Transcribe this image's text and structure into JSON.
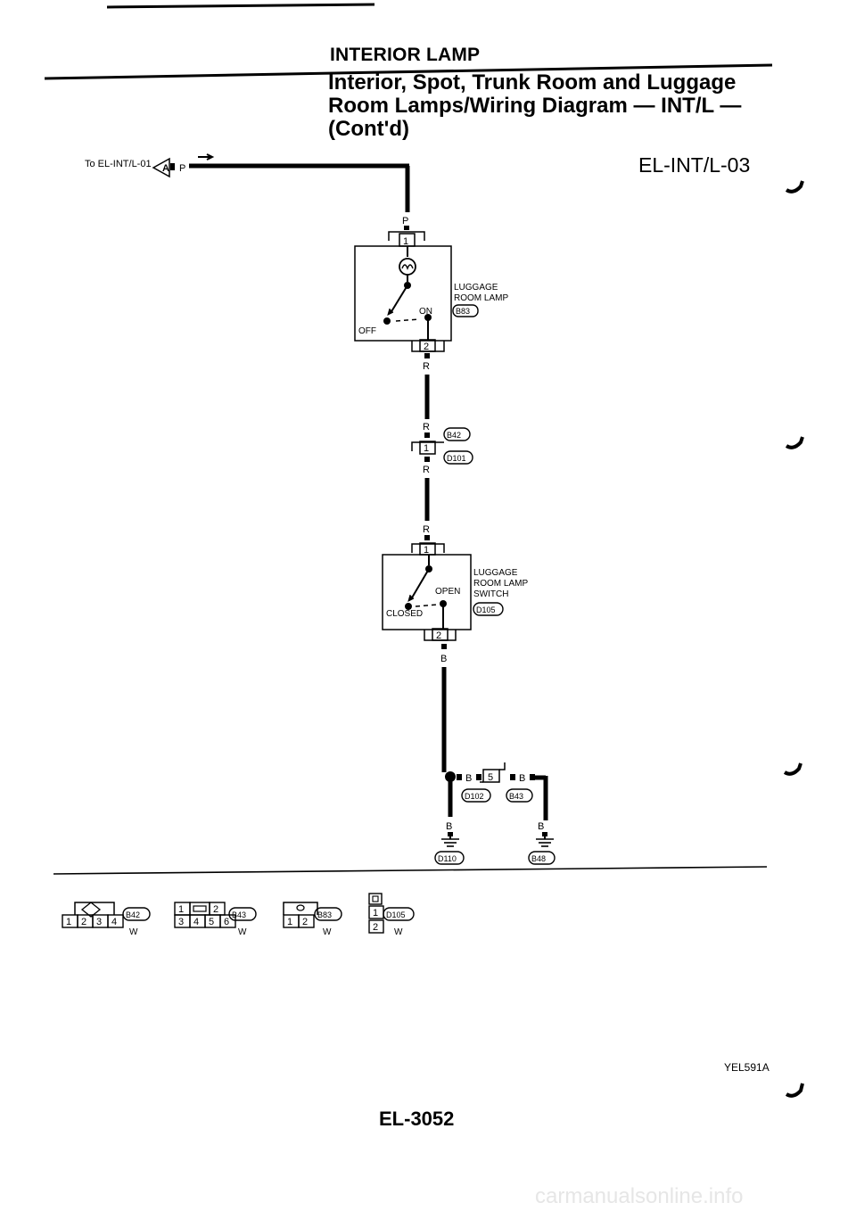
{
  "header": {
    "section_title": "INTERIOR LAMP",
    "subtitle_line1": "Interior, Spot, Trunk Room and Luggage",
    "subtitle_line2": "Room Lamps/Wiring Diagram — INT/L —",
    "subtitle_line3": "(Cont'd)",
    "diagram_id": "EL-INT/L-03"
  },
  "connector_ref": {
    "to_label": "To EL-INT/L-01",
    "marker": "A",
    "wire_color": "P"
  },
  "lamp": {
    "name_line1": "LUGGAGE",
    "name_line2": "ROOM LAMP",
    "connector": "B83",
    "state_on": "ON",
    "state_off": "OFF",
    "pin_top": "1",
    "pin_bottom": "2",
    "wire_in": "P",
    "wire_out": "R"
  },
  "inline_connector": {
    "pin": "1",
    "upper": "B42",
    "lower": "D101",
    "wire_upper": "R",
    "wire_lower": "R",
    "wire_next": "R"
  },
  "switch": {
    "name_line1": "LUGGAGE",
    "name_line2": "ROOM LAMP",
    "name_line3": "SWITCH",
    "connector": "D105",
    "state_open": "OPEN",
    "state_closed": "CLOSED",
    "pin_top": "1",
    "pin_bottom": "2",
    "wire_out": "B"
  },
  "ground": {
    "wire": "B",
    "joint_pin": "5",
    "joint_upper": "D102",
    "joint_lower": "B43",
    "ground_left": "D110",
    "ground_right": "B48",
    "wire_left": "B",
    "wire_right": "B",
    "wire_right_drop": "B"
  },
  "connector_views": [
    {
      "id": "B42",
      "color": "W",
      "pins_top": [],
      "pins_bottom": [
        "1",
        "2",
        "3",
        "4"
      ]
    },
    {
      "id": "B43",
      "color": "W",
      "pins_top": [
        "1",
        "",
        "2"
      ],
      "pins_bottom": [
        "3",
        "4",
        "5",
        "6"
      ]
    },
    {
      "id": "B83",
      "color": "W",
      "pins_top": [],
      "pins_bottom": [
        "1",
        "2"
      ]
    },
    {
      "id": "D105",
      "color": "W",
      "pins_top": [
        "1"
      ],
      "pins_bottom": [
        "2"
      ]
    }
  ],
  "footer": {
    "figure_code": "YEL591A",
    "page_number": "EL-3052",
    "site": "carmanualsonline.info"
  }
}
